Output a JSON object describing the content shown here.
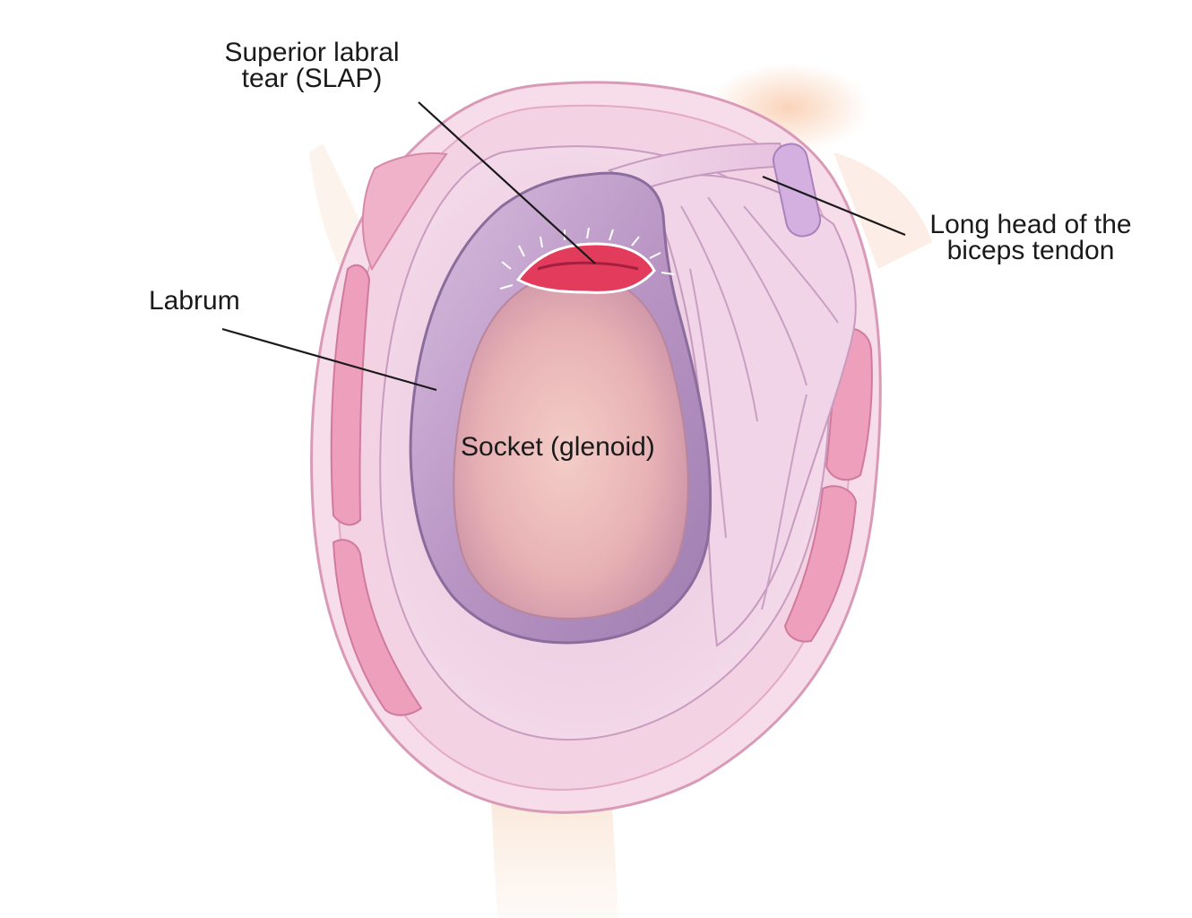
{
  "labels": {
    "slap": {
      "line1": "Superior labral",
      "line2": "tear (SLAP)"
    },
    "biceps": {
      "line1": "Long head of the",
      "line2": "biceps tendon"
    },
    "labrum": "Labrum",
    "socket": "Socket (glenoid)"
  },
  "colors": {
    "background": "#ffffff",
    "capsule_outer": "#f6d9e8",
    "muscle": "#eea8bf",
    "labrum": "#c7a6cf",
    "glenoid": "#e8b7b8",
    "tear": "#e03a5a",
    "biceps_tendon": "#d9b5e0",
    "leader_line": "#1a1a1a"
  }
}
